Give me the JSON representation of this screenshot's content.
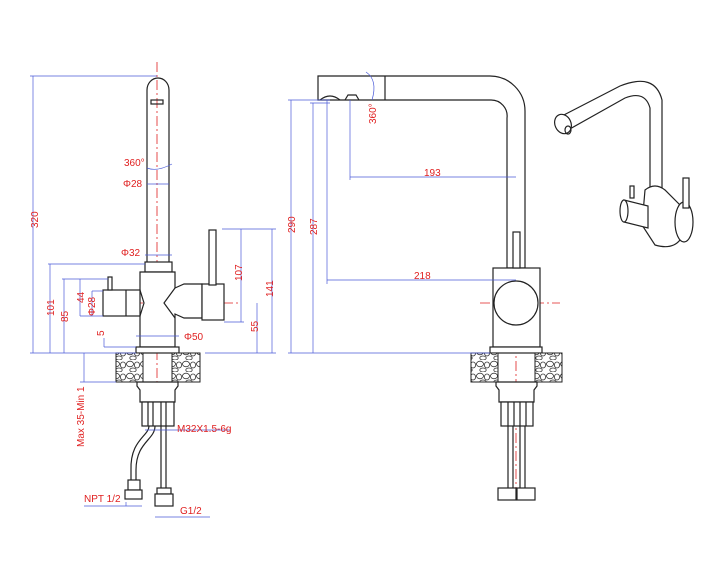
{
  "front_view": {
    "labels": {
      "height_total": "320",
      "rotation": "360°",
      "spout_diameter": "Φ28",
      "spout_base_diameter": "Φ32",
      "body_height": "101",
      "side_outlet_height": "85",
      "side_outlet_span": "44",
      "side_outlet_diameter": "Φ28",
      "base_thickness": "5",
      "base_diameter": "Φ50",
      "lever_height": "107",
      "lever_total": "141",
      "handle_axis_height": "55",
      "counter_thickness": "Max 35-Min 1",
      "thread": "M32X1.5-6g",
      "hose_left": "NPT 1/2",
      "hose_right": "G1/2"
    }
  },
  "side_view": {
    "labels": {
      "outlet_height": "290",
      "aerator_height": "287",
      "reach_outlet": "193",
      "reach_total": "218",
      "rotation": "360°"
    }
  }
}
